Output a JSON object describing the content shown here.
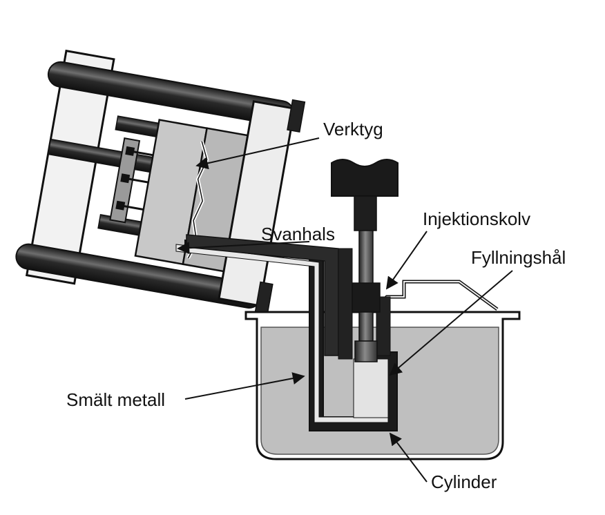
{
  "labels": {
    "verktyg": "Verktyg",
    "injektionskolv": "Injektionskolv",
    "svanhals": "Svanhals",
    "fyllningshal": "Fyllningshål",
    "smalt_metall": "Smält metall",
    "cylinder": "Cylinder"
  },
  "colors": {
    "ink": "#111111",
    "metal_bath": "#bdbdbd",
    "part_light": "#d6d6d6",
    "part_mid": "#a8a8a8",
    "rod_dark": "#3a3a3a"
  }
}
